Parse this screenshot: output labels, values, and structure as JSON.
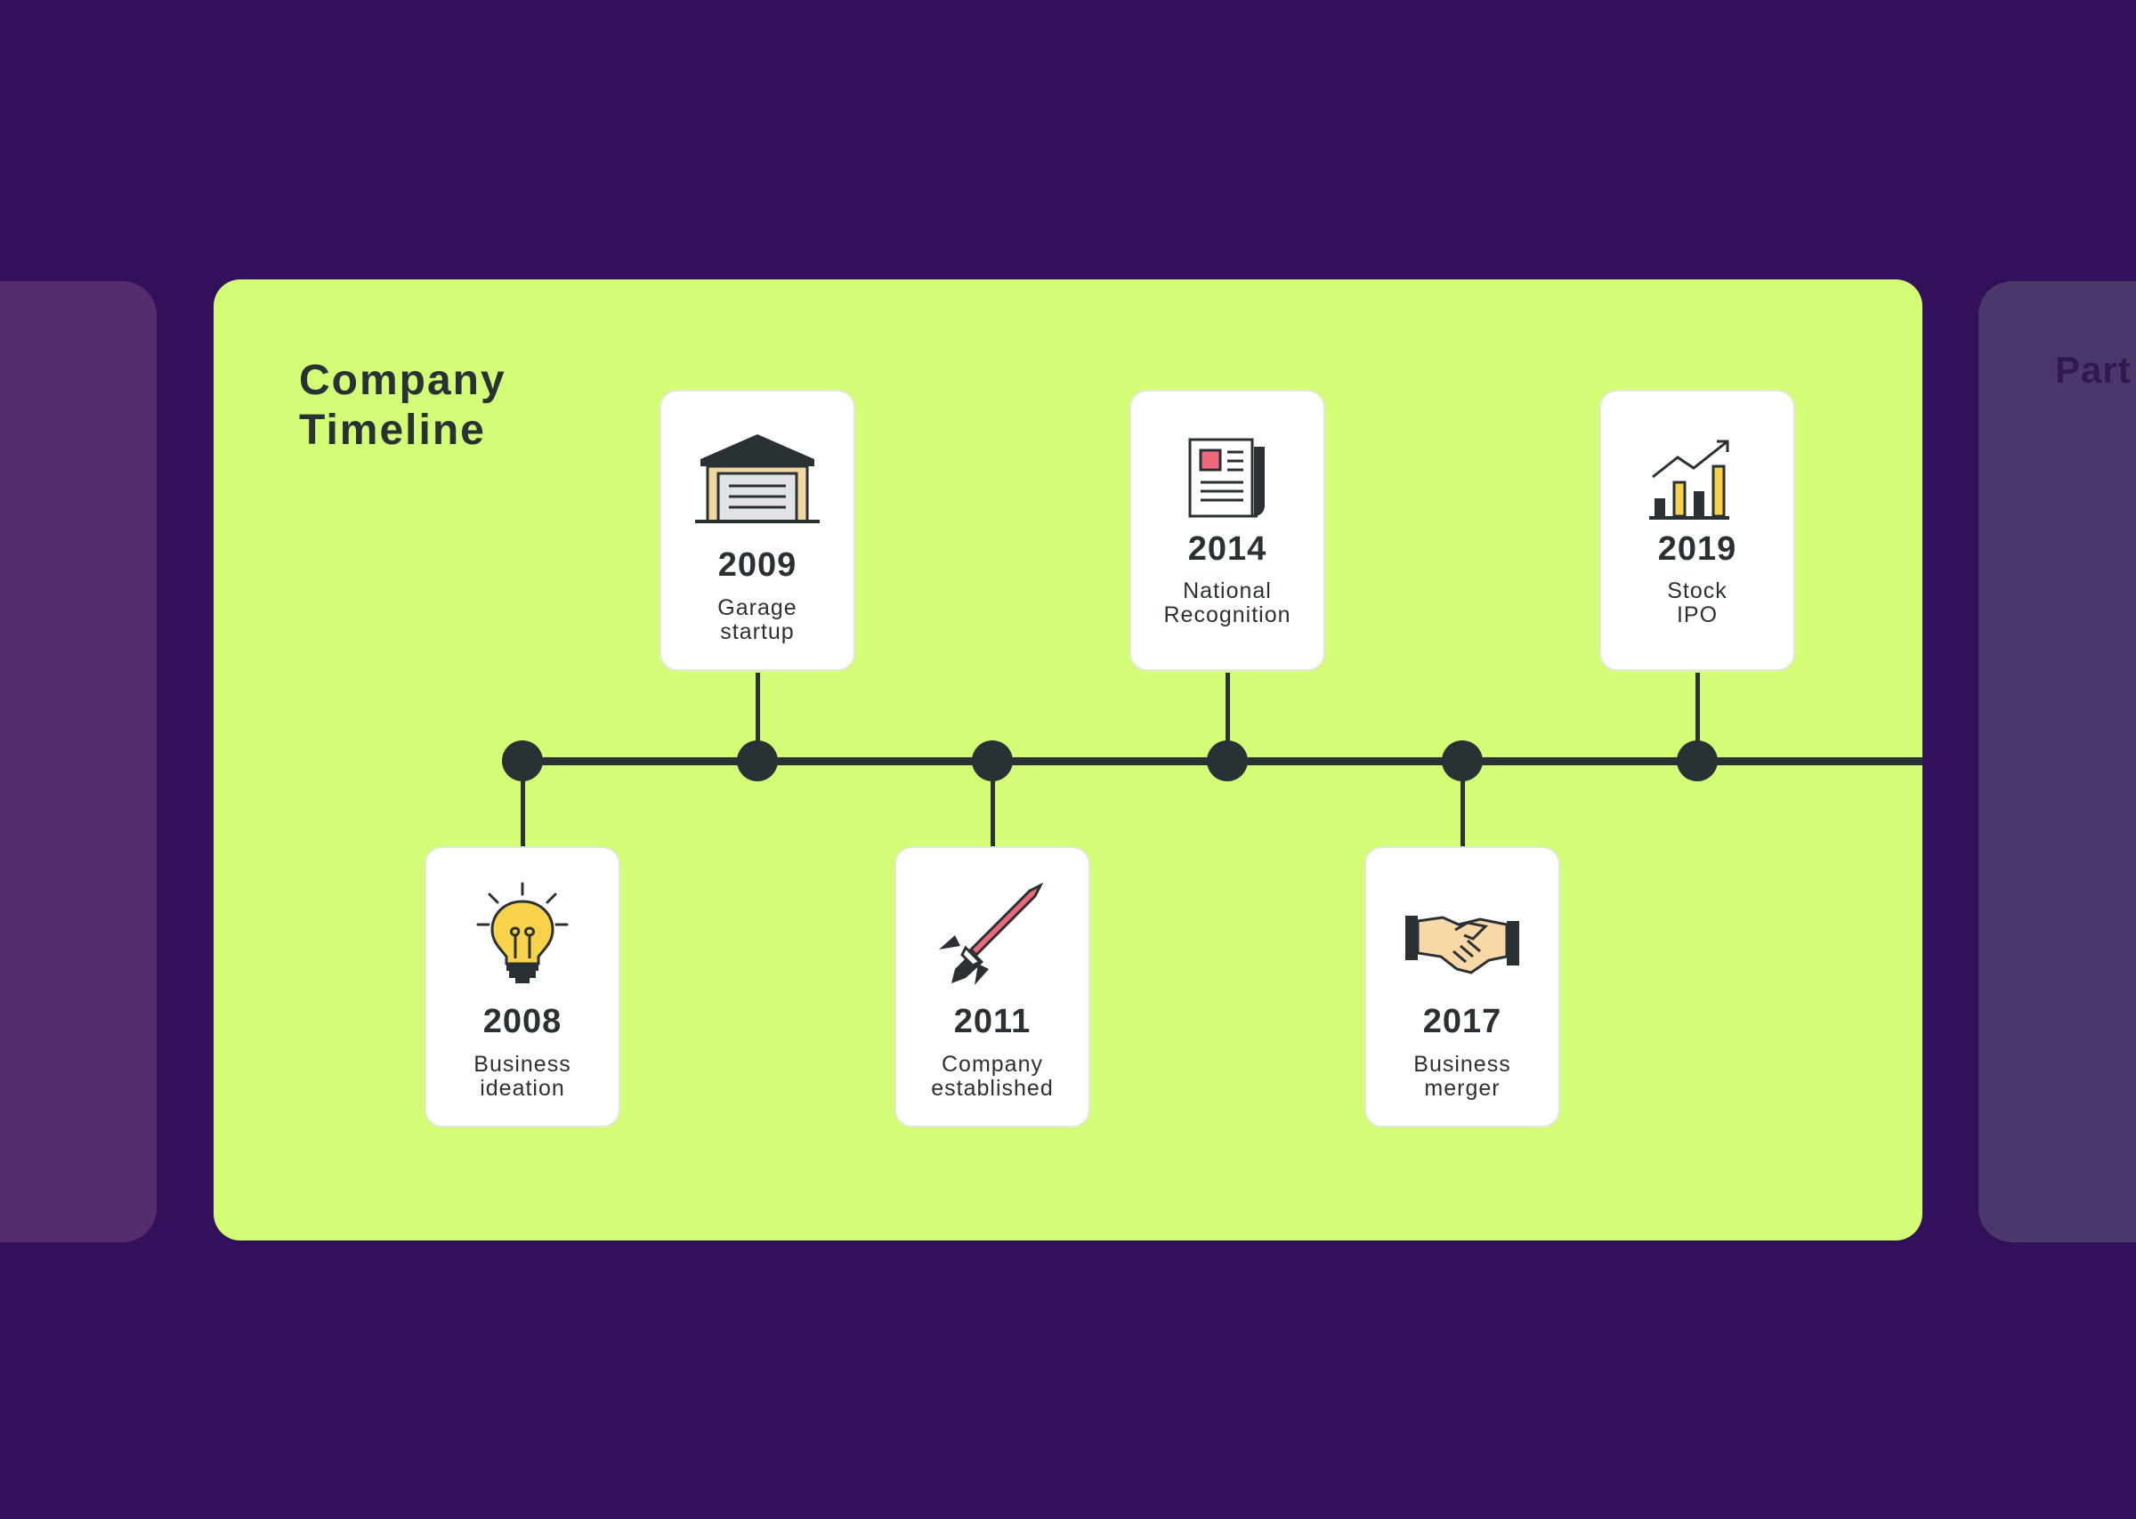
{
  "colors": {
    "background": "#32105a",
    "panel": "#d3fd76",
    "ink": "#293134",
    "card": "#ffffff",
    "accent_yellow": "#f8d24a",
    "accent_pink": "#f0697b"
  },
  "main": {
    "title_line1": "Company",
    "title_line2": "Timeline"
  },
  "right_panel": {
    "title": "Part"
  },
  "events": [
    {
      "year": "2008",
      "label": "Business\nideation",
      "icon": "lightbulb-icon"
    },
    {
      "year": "2009",
      "label": "Garage\nstartup",
      "icon": "garage-icon"
    },
    {
      "year": "2011",
      "label": "Company\nestablished",
      "icon": "rocket-icon"
    },
    {
      "year": "2014",
      "label": "National\nRecognition",
      "icon": "newspaper-icon"
    },
    {
      "year": "2017",
      "label": "Business\nmerger",
      "icon": "handshake-icon"
    },
    {
      "year": "2019",
      "label": "Stock\nIPO",
      "icon": "growth-chart-icon"
    }
  ]
}
